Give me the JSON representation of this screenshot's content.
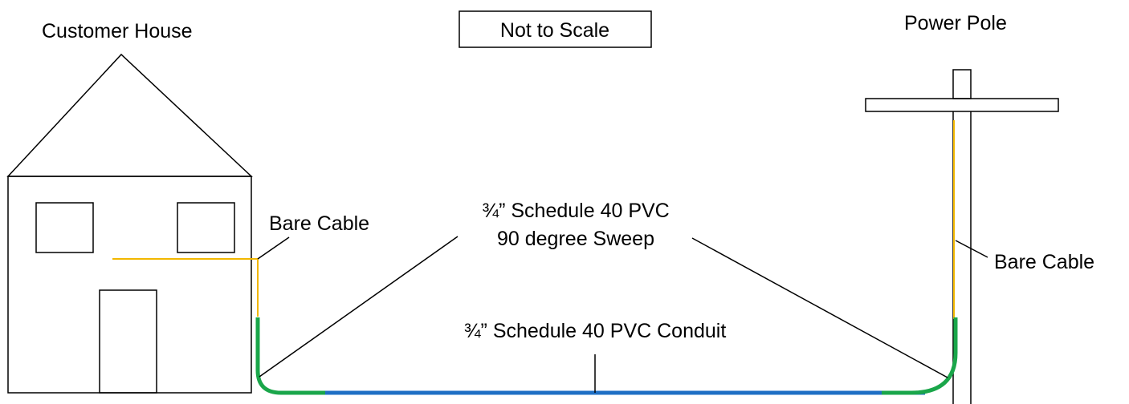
{
  "labels": {
    "customer_house": "Customer House",
    "not_to_scale": "Not to Scale",
    "power_pole": "Power Pole",
    "bare_cable_house": "Bare Cable",
    "sweep_line1": "¾” Schedule 40 PVC",
    "sweep_line2": "90 degree Sweep",
    "conduit": "¾” Schedule 40 PVC Conduit",
    "bare_cable_pole": "Bare Cable"
  },
  "colors": {
    "bare_cable": "#f2b700",
    "sweep": "#1aa64a",
    "conduit": "#1f6fc4",
    "outline": "#000000"
  }
}
